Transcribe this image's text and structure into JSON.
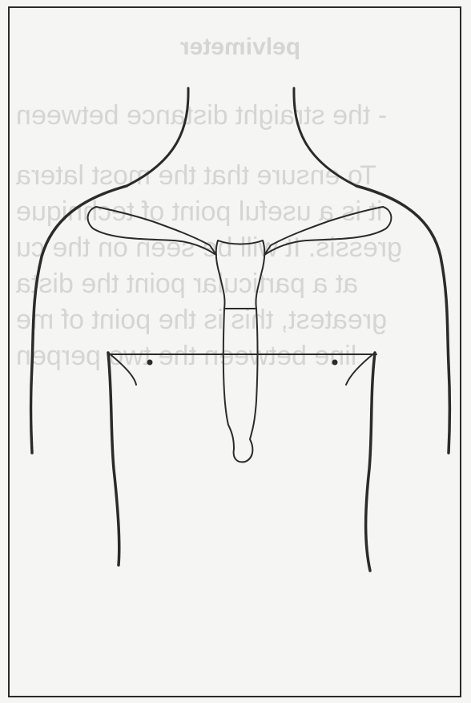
{
  "figure": {
    "subject": "torso-outline-with-sternum-and-clavicles"
  },
  "show_through": {
    "heading": "pelvimeter",
    "lines": [
      "- the straight distance between",
      "To ensure that the most latera",
      "it is a useful point of technique",
      "gressis. It will be seen on the cu",
      "at a particular point the dista",
      "greatest, this is the point of me",
      "line between the two perpen"
    ]
  },
  "colors": {
    "ink": "#2b2b2b",
    "paper": "#f5f5f3",
    "show_through": "#bcbcba"
  }
}
